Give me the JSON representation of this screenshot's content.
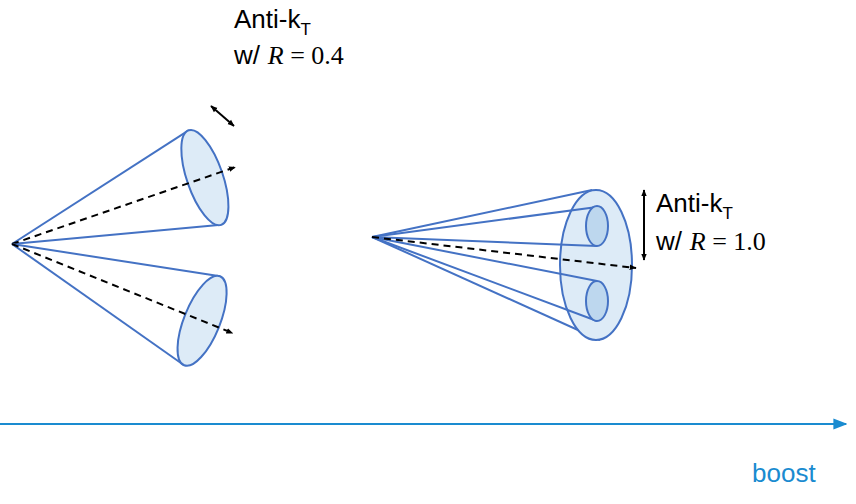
{
  "diagram": {
    "labels": [
      "Anti-k",
      "T",
      "w/",
      "R",
      "= 0.4",
      "Anti-k",
      "T",
      "w/",
      "R",
      "= 1.0",
      "boost"
    ]
  }
}
